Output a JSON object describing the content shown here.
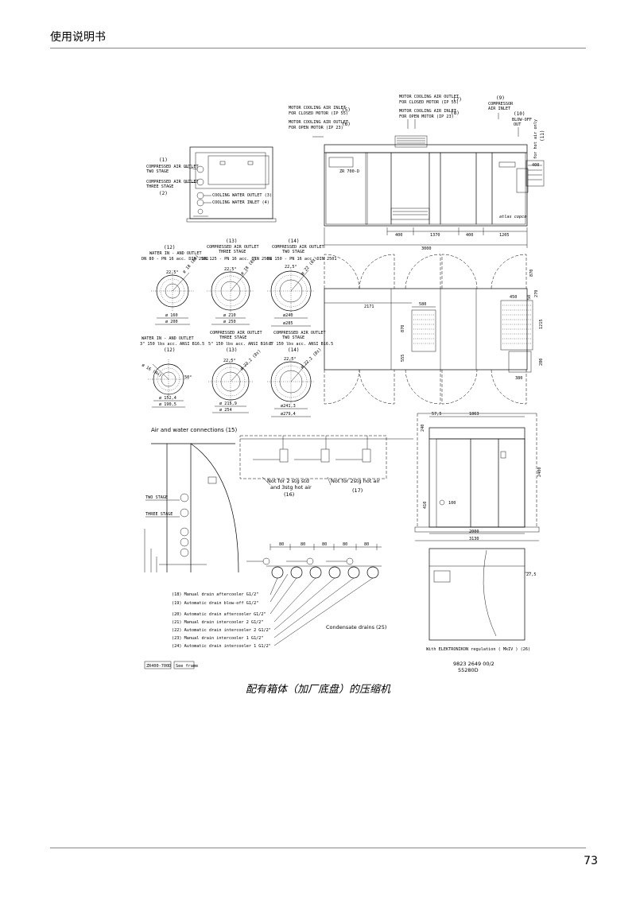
{
  "header": {
    "title": "使用说明书"
  },
  "footer": {
    "page_number": "73"
  },
  "figure": {
    "caption": "配有箱体（加厂底盘）的压缩机",
    "doc_number": "9823 2649 00/2",
    "drawing_number": "55280D",
    "model_box": "ZR400-700D",
    "frame_box": "See frame",
    "labels": {
      "l1": "(1)",
      "l1_text": "COMPRESSED AIR OUTLET",
      "l1_sub": "TWO STAGE",
      "l2_text": "COMPRESSED AIR OUTLET",
      "l2_sub": "THREE STAGE",
      "l2": "(2)",
      "l3": "COOLING WATER OUTLET (3)",
      "l4": "COOLING WATER INLET (4)",
      "l5a": "MOTOR COOLING AIR INLET",
      "l5b": "FOR CLOSED MOTOR (IP 55)",
      "l5n": "(5)",
      "l6a": "MOTOR COOLING AIR OUTLET",
      "l6b": "FOR OPEN MOTOR (IP 23)",
      "l6n": "(6)",
      "l7a": "MOTOR COOLING AIR OUTLET",
      "l7b": "FOR CLOSED MOTOR (IP 55)",
      "l7n": "(7)",
      "l8a": "MOTOR COOLING AIR INLET",
      "l8b": "FOR OPEN MOTOR (IP 23)",
      "l8n": "(8)",
      "l9n": "(9)",
      "l9a": "COMPRESSOR",
      "l9b": "AIR INLET",
      "l10n": "(10)",
      "l10a": "BLOW-OFF",
      "l10b": "OUT",
      "l11": "(11)",
      "l11_text": "for hot air only",
      "d400a": "400",
      "d1370": "1370",
      "d400b": "400",
      "d1205": "1205",
      "d3000": "3000",
      "d2171": "2171",
      "d580": "580",
      "d870": "870",
      "d555": "555",
      "d450": "450",
      "d1215": "1215",
      "d380": "380",
      "d50": "50",
      "d270": "270",
      "d280": "280",
      "c12": "(12)",
      "c12_text": "WATER IN - AND OUTLET",
      "c12_spec": "DN 80 - PN 16 acc. DIN 2501",
      "c13": "(13)",
      "c13_text": "COMPRESSED AIR OUTLET",
      "c13_sub": "THREE STAGE",
      "c13_spec": "DN 125 - PN 16 acc. DIN 2501",
      "c14": "(14)",
      "c14_text": "COMPRESSED AIR OUTLET",
      "c14_sub": "TWO STAGE",
      "c14_spec": "DN 150 - PN 16 acc. DIN 2501",
      "a225": "22,5°",
      "a225b": "22,5°",
      "a225c": "22,5°",
      "f18": "ø 18 (8x)",
      "f18b": "ø 18 (8x)",
      "f22": "ø 22 (8x)",
      "o160": "ø 160",
      "o200": "ø 200",
      "o210": "ø 210",
      "o250": "ø 250",
      "o240": "ø240",
      "o285": "ø285",
      "c12b": "(12)",
      "c12b_text": "WATER IN - AND OUTLET",
      "c12b_spec": "3\" 150 lbs acc. ANSI B16.5",
      "c13b": "(13)",
      "c13b_text": "COMPRESSED AIR OUTLET",
      "c13b_sub": "THREE STAGE",
      "c13b_spec": "5\" 150 lbs acc. ANSI B16.5",
      "c14b": "(14)",
      "c14b_text": "COMPRESSED AIR OUTLET",
      "c14b_sub": "TWO STAGE",
      "c14b_spec": "6\" 150 lbs acc. ANSI B16.5",
      "f16": "ø 16 (4x)",
      "a50": "50°",
      "f22b": "ø 22,2 (8x)",
      "f22c": "ø 22,2 (8x)",
      "o152": "ø 152,4",
      "o1905": "ø 190,5",
      "o2159": "ø 215,9",
      "o254": "ø 254",
      "o2413": "ø241,3",
      "o2794": "ø279,4",
      "air_water": "Air and water connections (15)",
      "not2stg": "Not for 2 stg std",
      "and3stg": "and 3stg hot air",
      "n16": "(16)",
      "not2hot": "Not for 2stg hot air",
      "n17": "(17)",
      "two_stage": "TWO STAGE",
      "three_stage": "THREE STAGE",
      "d80a": "80",
      "d80b": "80",
      "d80c": "80",
      "d80d": "80",
      "d80e": "80",
      "dr18": "(18) Manual drain aftercooler G1/2\"",
      "dr19": "(19) Automatic drain blow-off G1/2\"",
      "dr20": "(20) Automatic drain aftercooler G1/2\"",
      "dr21": "(21) Manual drain intercooler 2 G1/2\"",
      "dr22": "(22) Automatic drain intercooler 2 G1/2\"",
      "dr23": "(23) Manual drain intercooler 1 G1/2\"",
      "dr24": "(24) Automatic drain intercooler 1 G1/2\"",
      "condensate": "Condensate drains (25)",
      "d575": "57,5",
      "d1863": "1863",
      "d240": "240",
      "d2400": "2400",
      "d410": "410",
      "d100": "100",
      "d2000": "2000",
      "d3130": "3130",
      "d275": "27,5",
      "elektronikon": "With ELEKTRONIKON regulation ( MkIV ) (26)",
      "brand": "atlas copco",
      "model": "ZR 700-D"
    }
  }
}
